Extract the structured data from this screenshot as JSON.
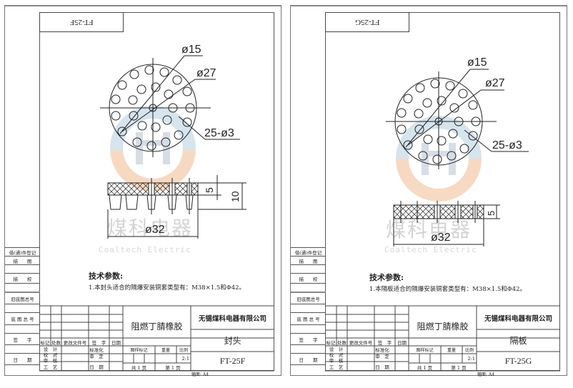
{
  "sheets": [
    {
      "code_mirrored": "FT-25F",
      "dimensions": {
        "inner_dia": "ø15",
        "outer_dia": "ø27",
        "holes": "25-ø3",
        "width": "ø32",
        "thickness_top": "5",
        "thickness_total": "10"
      },
      "watermark": {
        "cn": "煤科电器",
        "en": "Coaltech Electric"
      },
      "spec": {
        "title": "技术参数:",
        "line1": "1.本封头适合的隔爆安装铜套类型有：M38×1.5和Φ42。"
      },
      "side_labels": [
        "借(通)件登记",
        "描　　图",
        "描　　校",
        "旧底图总号",
        "底 图 总 号",
        "签　　字",
        "日　　期"
      ],
      "title_block": {
        "rev_headers": [
          "标记",
          "处数",
          "更改文件号",
          "签　字",
          "日期"
        ],
        "roles": [
          "设　计",
          "校　对",
          "审　核",
          "工　艺"
        ],
        "roles2": [
          "标准化",
          "审　定",
          "",
          "日　期"
        ],
        "material": "阻燃丁腈橡胶",
        "company": "无锡煤科电器有限公司",
        "part_name": "封头",
        "part_code": "FT-25F",
        "headers2": [
          "图样标记",
          "重量",
          "比例"
        ],
        "scale": "2:1",
        "sheets_total": "共 1 页",
        "sheet_no": "第 1 页",
        "page_size": "幅面: A4"
      }
    },
    {
      "code_mirrored": "FT-25G",
      "dimensions": {
        "inner_dia": "ø15",
        "outer_dia": "ø27",
        "holes": "25-ø3",
        "width": "ø32",
        "thickness_top": "5"
      },
      "watermark": {
        "cn": "煤科电器",
        "en": "Coaltech Electric"
      },
      "spec": {
        "title": "技术参数:",
        "line1": "1.本隔板适合的隔爆安装铜套类型有：M38×1.5和Φ42。"
      },
      "side_labels": [
        "借(通)件登记",
        "描　　图",
        "描　　校",
        "旧底图总号",
        "底 图 总 号",
        "签　　字",
        "日　　期"
      ],
      "title_block": {
        "rev_headers": [
          "标记",
          "处数",
          "更改文件号",
          "签　字",
          "日期"
        ],
        "roles": [
          "设　计",
          "校　对",
          "审　核",
          "工　艺"
        ],
        "roles2": [
          "标准化",
          "审　定",
          "",
          "日　期"
        ],
        "material": "阻燃丁腈橡胶",
        "company": "无锡煤科电器有限公司",
        "part_name": "隔板",
        "part_code": "FT-25G",
        "headers2": [
          "图样标记",
          "重量",
          "比例"
        ],
        "scale": "2:1",
        "sheets_total": "共 1 页",
        "sheet_no": "第 1 页",
        "page_size": "幅面: A4"
      }
    }
  ],
  "colors": {
    "line": "#222222",
    "frame": "#555555",
    "watermark_orange": "#f3c9a8",
    "watermark_blue": "#c9dbe9",
    "watermark_text": "#d4d4d4"
  }
}
